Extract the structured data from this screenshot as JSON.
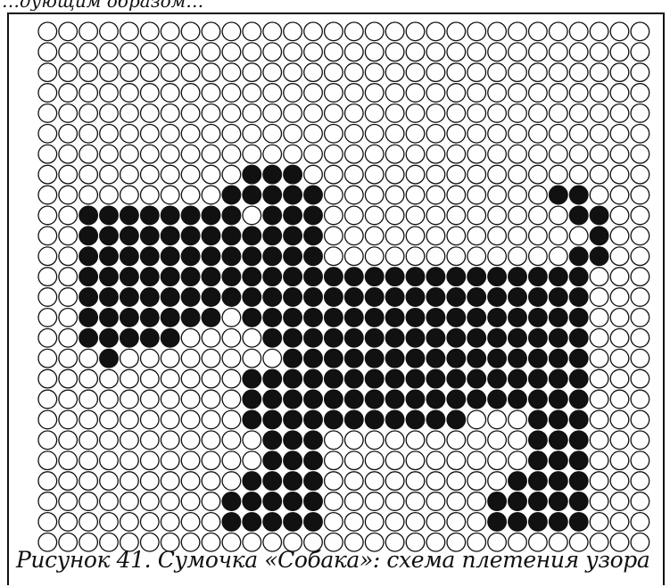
{
  "top_fragment_text": "…дующим образом…",
  "caption": "Рисунок 41. Сумочка «Собака»: схема плетения узора",
  "pattern": {
    "cols": 30,
    "rows": 26,
    "filled_cells": [
      [
        7,
        10
      ],
      [
        7,
        11
      ],
      [
        7,
        12
      ],
      [
        8,
        9
      ],
      [
        8,
        10
      ],
      [
        8,
        11
      ],
      [
        8,
        12
      ],
      [
        8,
        13
      ],
      [
        8,
        25
      ],
      [
        8,
        26
      ],
      [
        9,
        2
      ],
      [
        9,
        3
      ],
      [
        9,
        4
      ],
      [
        9,
        5
      ],
      [
        9,
        6
      ],
      [
        9,
        7
      ],
      [
        9,
        8
      ],
      [
        9,
        9
      ],
      [
        9,
        11
      ],
      [
        9,
        12
      ],
      [
        9,
        13
      ],
      [
        9,
        26
      ],
      [
        9,
        27
      ],
      [
        10,
        2
      ],
      [
        10,
        3
      ],
      [
        10,
        4
      ],
      [
        10,
        5
      ],
      [
        10,
        6
      ],
      [
        10,
        7
      ],
      [
        10,
        8
      ],
      [
        10,
        9
      ],
      [
        10,
        10
      ],
      [
        10,
        11
      ],
      [
        10,
        12
      ],
      [
        10,
        13
      ],
      [
        10,
        27
      ],
      [
        11,
        2
      ],
      [
        11,
        3
      ],
      [
        11,
        4
      ],
      [
        11,
        5
      ],
      [
        11,
        6
      ],
      [
        11,
        7
      ],
      [
        11,
        8
      ],
      [
        11,
        9
      ],
      [
        11,
        10
      ],
      [
        11,
        11
      ],
      [
        11,
        12
      ],
      [
        11,
        13
      ],
      [
        11,
        26
      ],
      [
        11,
        27
      ],
      [
        12,
        2
      ],
      [
        12,
        3
      ],
      [
        12,
        4
      ],
      [
        12,
        5
      ],
      [
        12,
        6
      ],
      [
        12,
        7
      ],
      [
        12,
        8
      ],
      [
        12,
        9
      ],
      [
        12,
        10
      ],
      [
        12,
        11
      ],
      [
        12,
        12
      ],
      [
        12,
        13
      ],
      [
        12,
        14
      ],
      [
        12,
        15
      ],
      [
        12,
        16
      ],
      [
        12,
        17
      ],
      [
        12,
        18
      ],
      [
        12,
        19
      ],
      [
        12,
        20
      ],
      [
        12,
        21
      ],
      [
        12,
        22
      ],
      [
        12,
        23
      ],
      [
        12,
        24
      ],
      [
        12,
        25
      ],
      [
        12,
        26
      ],
      [
        13,
        2
      ],
      [
        13,
        3
      ],
      [
        13,
        4
      ],
      [
        13,
        5
      ],
      [
        13,
        6
      ],
      [
        13,
        7
      ],
      [
        13,
        8
      ],
      [
        13,
        9
      ],
      [
        13,
        10
      ],
      [
        13,
        11
      ],
      [
        13,
        12
      ],
      [
        13,
        13
      ],
      [
        13,
        14
      ],
      [
        13,
        15
      ],
      [
        13,
        16
      ],
      [
        13,
        17
      ],
      [
        13,
        18
      ],
      [
        13,
        19
      ],
      [
        13,
        20
      ],
      [
        13,
        21
      ],
      [
        13,
        22
      ],
      [
        13,
        23
      ],
      [
        13,
        24
      ],
      [
        13,
        25
      ],
      [
        13,
        26
      ],
      [
        14,
        2
      ],
      [
        14,
        3
      ],
      [
        14,
        4
      ],
      [
        14,
        5
      ],
      [
        14,
        6
      ],
      [
        14,
        7
      ],
      [
        14,
        8
      ],
      [
        14,
        10
      ],
      [
        14,
        11
      ],
      [
        14,
        12
      ],
      [
        14,
        13
      ],
      [
        14,
        14
      ],
      [
        14,
        15
      ],
      [
        14,
        16
      ],
      [
        14,
        17
      ],
      [
        14,
        18
      ],
      [
        14,
        19
      ],
      [
        14,
        20
      ],
      [
        14,
        21
      ],
      [
        14,
        22
      ],
      [
        14,
        23
      ],
      [
        14,
        24
      ],
      [
        14,
        25
      ],
      [
        14,
        26
      ],
      [
        15,
        2
      ],
      [
        15,
        3
      ],
      [
        15,
        4
      ],
      [
        15,
        5
      ],
      [
        15,
        6
      ],
      [
        15,
        11
      ],
      [
        15,
        12
      ],
      [
        15,
        13
      ],
      [
        15,
        14
      ],
      [
        15,
        15
      ],
      [
        15,
        16
      ],
      [
        15,
        17
      ],
      [
        15,
        18
      ],
      [
        15,
        19
      ],
      [
        15,
        20
      ],
      [
        15,
        21
      ],
      [
        15,
        22
      ],
      [
        15,
        23
      ],
      [
        15,
        24
      ],
      [
        15,
        25
      ],
      [
        15,
        26
      ],
      [
        16,
        3
      ],
      [
        16,
        12
      ],
      [
        16,
        13
      ],
      [
        16,
        14
      ],
      [
        16,
        15
      ],
      [
        16,
        16
      ],
      [
        16,
        17
      ],
      [
        16,
        18
      ],
      [
        16,
        19
      ],
      [
        16,
        20
      ],
      [
        16,
        21
      ],
      [
        16,
        22
      ],
      [
        16,
        23
      ],
      [
        16,
        24
      ],
      [
        16,
        25
      ],
      [
        16,
        26
      ],
      [
        17,
        10
      ],
      [
        17,
        11
      ],
      [
        17,
        12
      ],
      [
        17,
        13
      ],
      [
        17,
        14
      ],
      [
        17,
        15
      ],
      [
        17,
        16
      ],
      [
        17,
        17
      ],
      [
        17,
        18
      ],
      [
        17,
        19
      ],
      [
        17,
        20
      ],
      [
        17,
        21
      ],
      [
        17,
        22
      ],
      [
        17,
        23
      ],
      [
        17,
        24
      ],
      [
        17,
        25
      ],
      [
        17,
        26
      ],
      [
        18,
        10
      ],
      [
        18,
        11
      ],
      [
        18,
        12
      ],
      [
        18,
        13
      ],
      [
        18,
        14
      ],
      [
        18,
        15
      ],
      [
        18,
        16
      ],
      [
        18,
        17
      ],
      [
        18,
        18
      ],
      [
        18,
        19
      ],
      [
        18,
        20
      ],
      [
        18,
        21
      ],
      [
        18,
        22
      ],
      [
        18,
        23
      ],
      [
        18,
        24
      ],
      [
        18,
        25
      ],
      [
        18,
        26
      ],
      [
        19,
        10
      ],
      [
        19,
        11
      ],
      [
        19,
        12
      ],
      [
        19,
        13
      ],
      [
        19,
        14
      ],
      [
        19,
        15
      ],
      [
        19,
        16
      ],
      [
        19,
        17
      ],
      [
        19,
        18
      ],
      [
        19,
        19
      ],
      [
        19,
        20
      ],
      [
        19,
        24
      ],
      [
        19,
        25
      ],
      [
        19,
        26
      ],
      [
        20,
        11
      ],
      [
        20,
        12
      ],
      [
        20,
        13
      ],
      [
        20,
        24
      ],
      [
        20,
        25
      ],
      [
        20,
        26
      ],
      [
        21,
        11
      ],
      [
        21,
        12
      ],
      [
        21,
        13
      ],
      [
        21,
        24
      ],
      [
        21,
        25
      ],
      [
        21,
        26
      ],
      [
        22,
        10
      ],
      [
        22,
        11
      ],
      [
        22,
        12
      ],
      [
        22,
        13
      ],
      [
        22,
        23
      ],
      [
        22,
        24
      ],
      [
        22,
        25
      ],
      [
        22,
        26
      ],
      [
        23,
        9
      ],
      [
        23,
        10
      ],
      [
        23,
        11
      ],
      [
        23,
        12
      ],
      [
        23,
        13
      ],
      [
        23,
        22
      ],
      [
        23,
        23
      ],
      [
        23,
        24
      ],
      [
        23,
        25
      ],
      [
        23,
        26
      ],
      [
        24,
        9
      ],
      [
        24,
        10
      ],
      [
        24,
        11
      ],
      [
        24,
        12
      ],
      [
        24,
        13
      ],
      [
        24,
        22
      ],
      [
        24,
        23
      ],
      [
        24,
        24
      ],
      [
        24,
        25
      ],
      [
        24,
        26
      ]
    ]
  }
}
